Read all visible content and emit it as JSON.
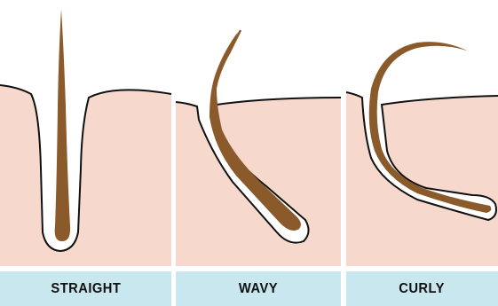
{
  "panels": [
    {
      "label": "STRAIGHT"
    },
    {
      "label": "WAVY"
    },
    {
      "label": "CURLY"
    }
  ],
  "colors": {
    "skin": "#f6d9cc",
    "hair": "#8b5a2b",
    "follicle": "#ffffff",
    "outline": "#111111",
    "label_background": "#c9e7ee",
    "label_text": "#111111"
  }
}
